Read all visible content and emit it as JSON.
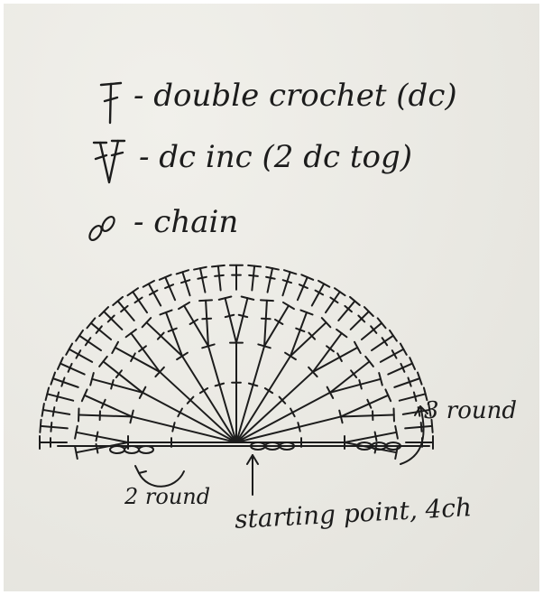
{
  "legend": {
    "items": [
      {
        "symbol": "double-crochet-symbol",
        "text": "- double crochet (dc)"
      },
      {
        "symbol": "dc-increase-symbol",
        "text": "- dc inc (2 dc tog)"
      },
      {
        "symbol": "chain-symbol",
        "text": "- chain"
      }
    ]
  },
  "diagram": {
    "labels": {
      "round2": "2 round",
      "round3": "3 round",
      "start": "starting point, 4ch"
    }
  },
  "colors": {
    "ink": "#1c1c1c",
    "paper": "#ecebe6"
  }
}
